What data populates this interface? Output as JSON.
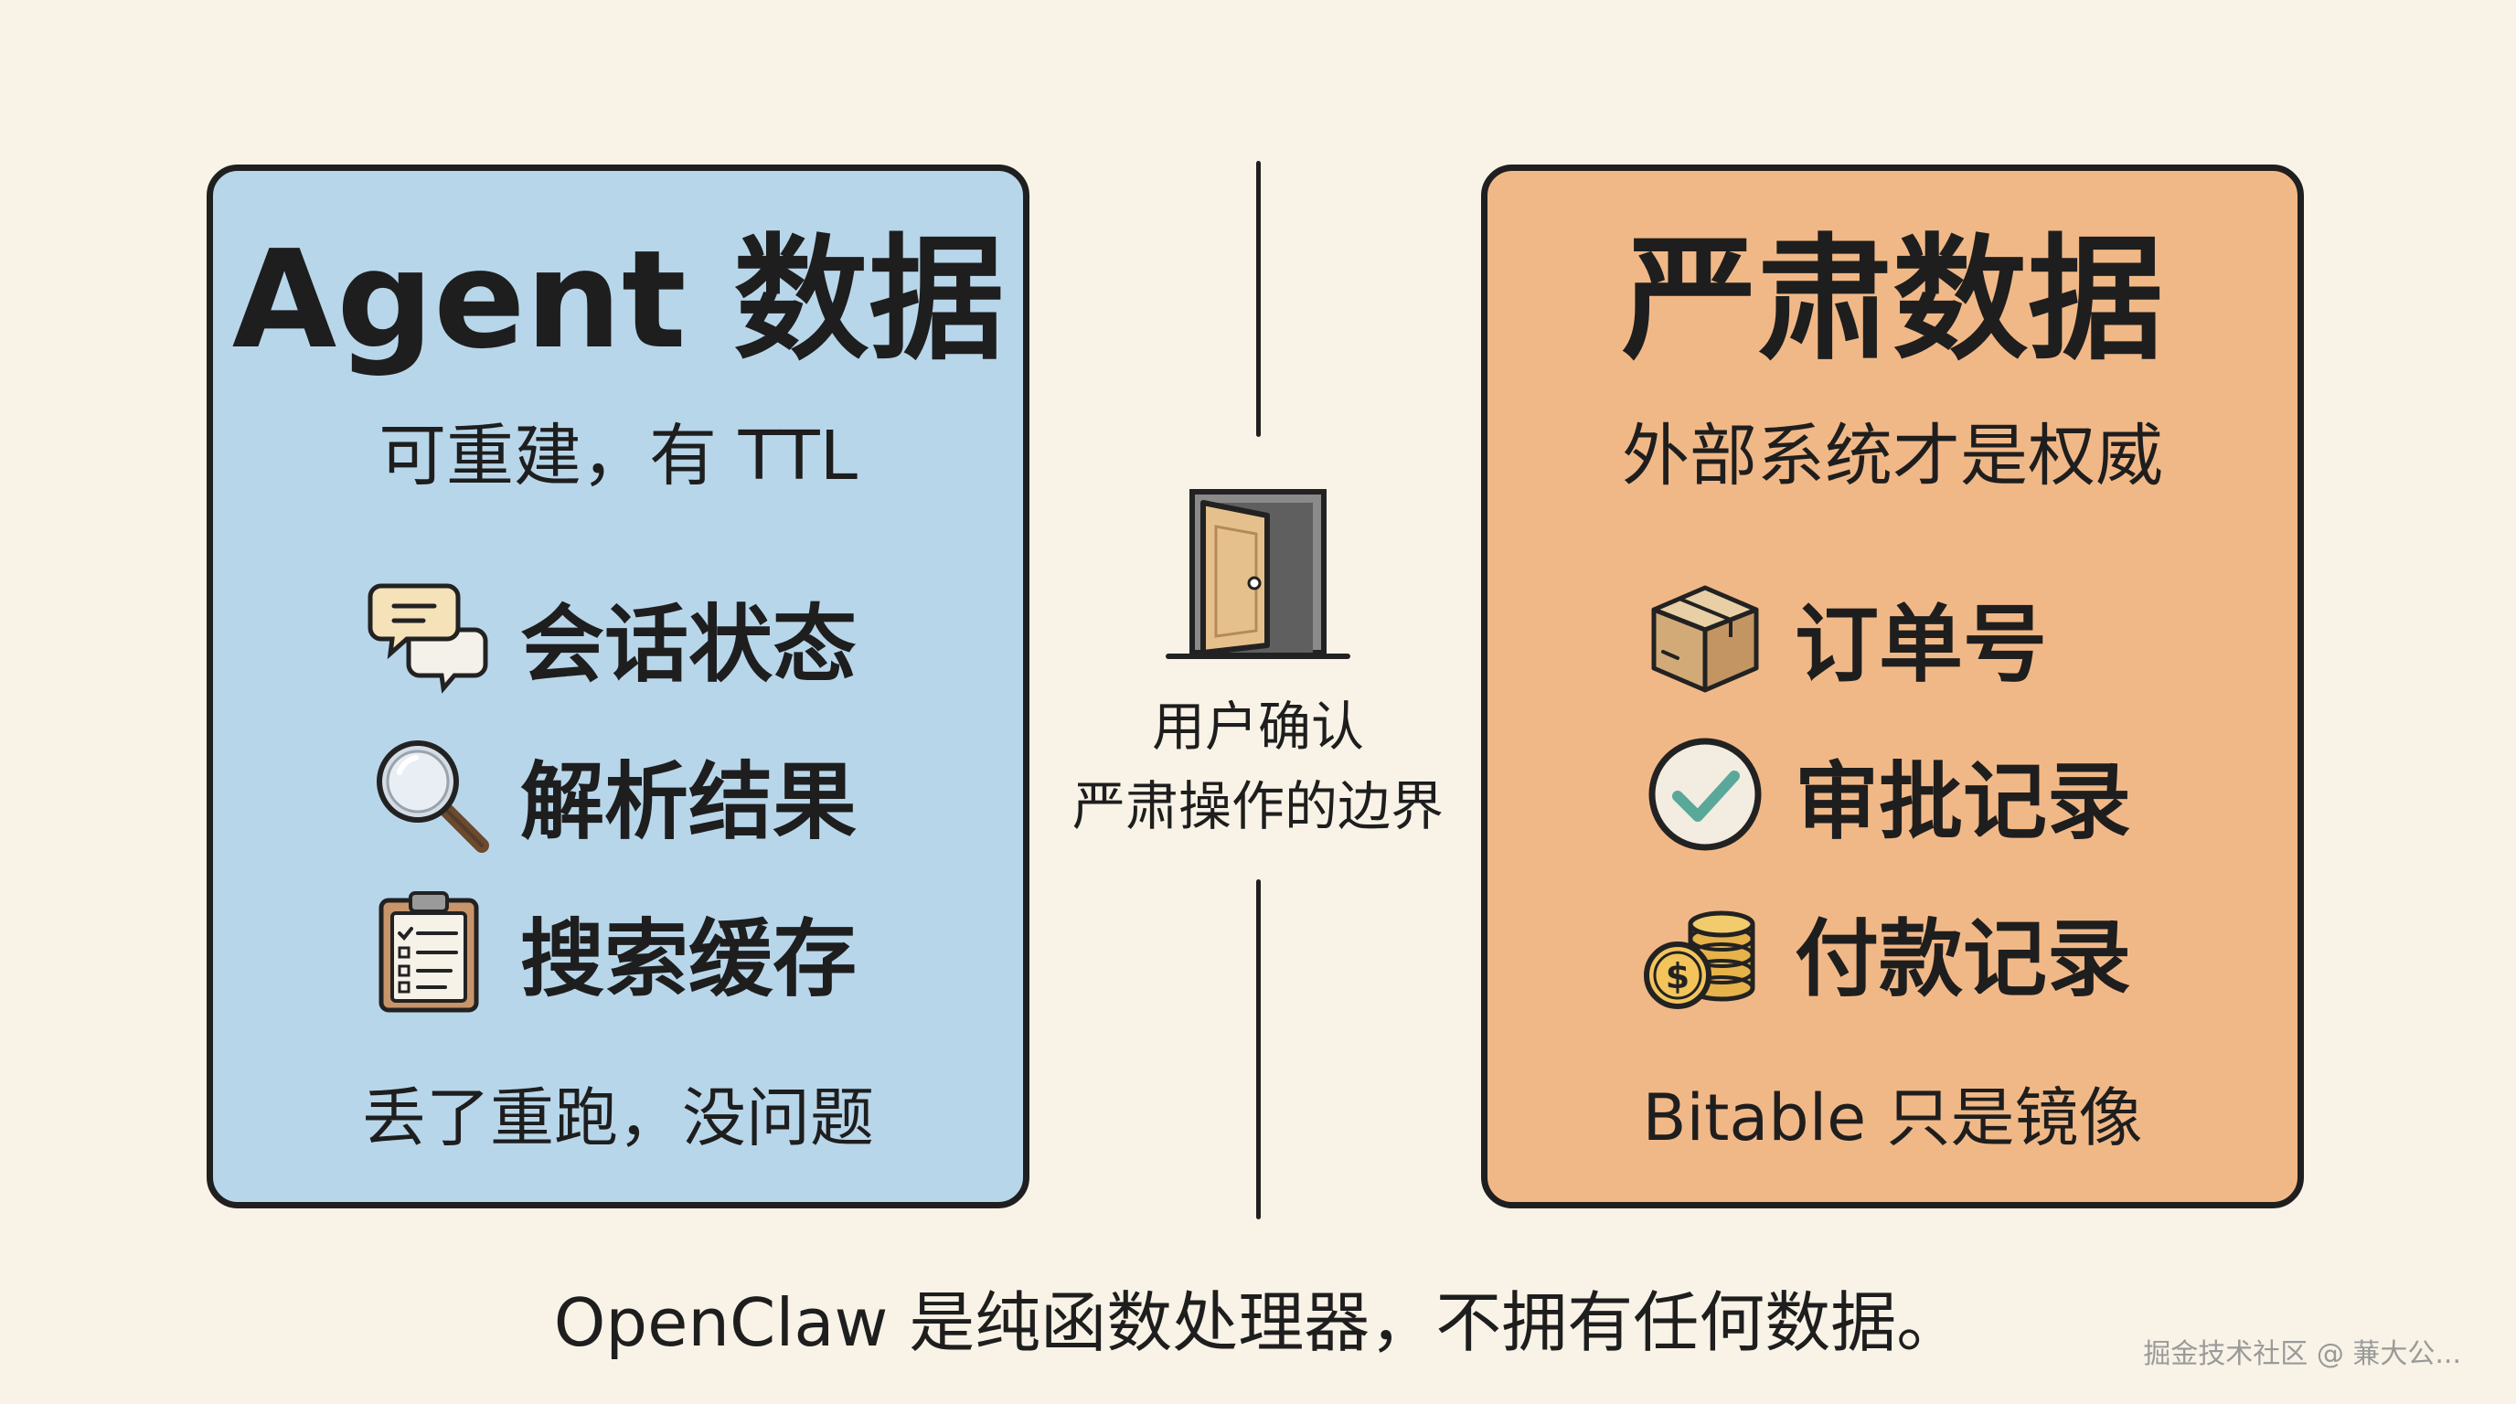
{
  "left_panel": {
    "title": "Agent 数据",
    "subtitle": "可重建，有 TTL",
    "items": [
      {
        "label": "会话状态",
        "icon": "chat-bubbles-icon"
      },
      {
        "label": "解析结果",
        "icon": "magnifier-icon"
      },
      {
        "label": "搜索缓存",
        "icon": "clipboard-icon"
      }
    ],
    "footer": "丢了重跑，没问题",
    "color": "#b8d6ea"
  },
  "right_panel": {
    "title": "严肃数据",
    "subtitle": "外部系统才是权威",
    "items": [
      {
        "label": "订单号",
        "icon": "package-icon"
      },
      {
        "label": "审批记录",
        "icon": "checkmark-circle-icon"
      },
      {
        "label": "付款记录",
        "icon": "coins-icon"
      }
    ],
    "footer": "Bitable 只是镜像",
    "color": "#f1b887"
  },
  "boundary": {
    "icon": "door-icon",
    "lines": [
      "用户确认",
      "严肃操作的边界"
    ]
  },
  "footer": "OpenClaw 是纯函数处理器，不拥有任何数据。",
  "watermark": "掘金技术社区 @ 蒹大公..."
}
